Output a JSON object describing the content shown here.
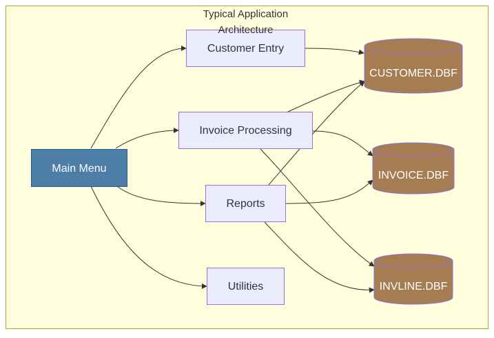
{
  "diagram": {
    "title_lines": [
      "Typical Application",
      "Architecture"
    ],
    "nodes": {
      "main_menu": "Main Menu",
      "customer_entry": "Customer Entry",
      "invoice_processing": "Invoice Processing",
      "reports": "Reports",
      "utilities": "Utilities",
      "customer_dbf": "CUSTOMER.DBF",
      "invoice_dbf": "INVOICE.DBF",
      "invline_dbf": "INVLINE.DBF"
    },
    "edges": [
      {
        "from": "main_menu",
        "to": "customer_entry"
      },
      {
        "from": "main_menu",
        "to": "invoice_processing"
      },
      {
        "from": "main_menu",
        "to": "reports"
      },
      {
        "from": "main_menu",
        "to": "utilities"
      },
      {
        "from": "customer_entry",
        "to": "customer_dbf"
      },
      {
        "from": "invoice_processing",
        "to": "customer_dbf"
      },
      {
        "from": "invoice_processing",
        "to": "invoice_dbf"
      },
      {
        "from": "invoice_processing",
        "to": "invline_dbf"
      },
      {
        "from": "reports",
        "to": "customer_dbf"
      },
      {
        "from": "reports",
        "to": "invoice_dbf"
      },
      {
        "from": "reports",
        "to": "invline_dbf"
      }
    ],
    "colors": {
      "background": "#ffffde",
      "border": "#aaaa33",
      "process_fill": "#ececff",
      "process_stroke": "#9370db",
      "main_fill": "#4d7ea8",
      "main_stroke": "#2c5f8a",
      "db_fill": "#a67c52",
      "db_stroke": "#9370db",
      "edge": "#333333"
    }
  }
}
